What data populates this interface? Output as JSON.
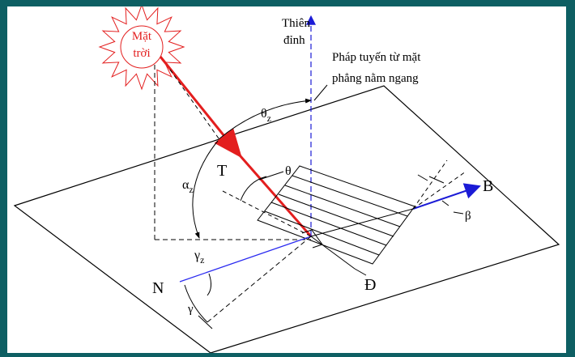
{
  "labels": {
    "sun": [
      "Mặt",
      "trời"
    ],
    "zenith": [
      "Thiên",
      "đỉnh"
    ],
    "normal_note": [
      "Pháp tuyến từ mặt",
      "phẳng nằm ngang"
    ],
    "theta_z": "θ",
    "theta_z_sub": "z",
    "alpha_z": "α",
    "alpha_z_sub": "z",
    "T": "T",
    "theta": "θ",
    "B": "B",
    "beta": "β",
    "N": "N",
    "gamma_z": "γ",
    "gamma_z_sub": "z",
    "gamma": "γ",
    "D": "Đ"
  },
  "colors": {
    "frame": "#0e5f63",
    "sun": "#e31e1e",
    "sun_ray": "#e31e1e",
    "zenith_axis": "#1b1bd6",
    "blue_lines": "#2a2af0",
    "lines": "#000000"
  }
}
